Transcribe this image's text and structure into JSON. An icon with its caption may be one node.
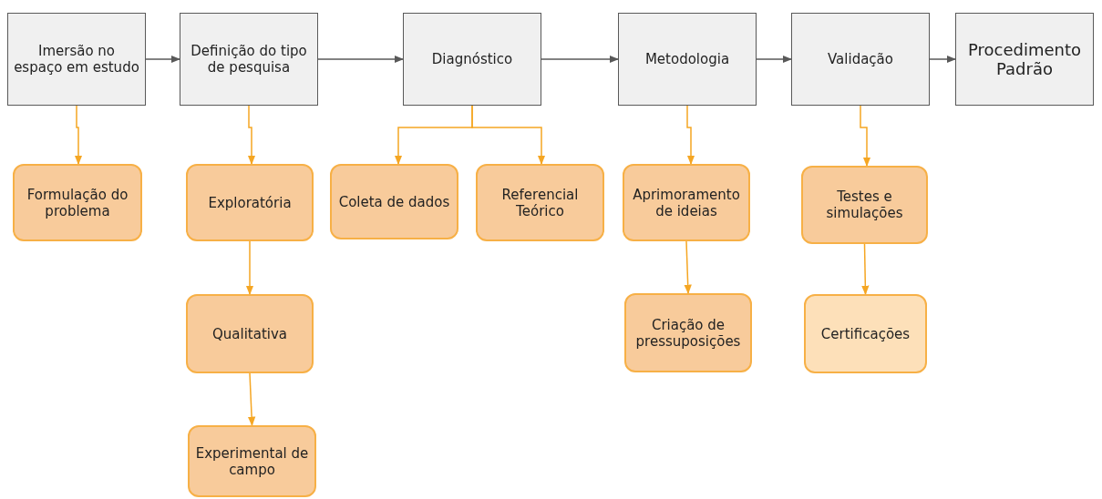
{
  "diagram": {
    "nodes": [
      {
        "text": [
          "Imersão no espaço em estudo"
        ]
      },
      {
        "text": [
          "Definição do tipo de pesquisa"
        ]
      },
      {
        "text": [
          "Diagnóstico"
        ]
      },
      {
        "text": [
          "Metodologia"
        ]
      },
      {
        "text": [
          "Validação"
        ]
      },
      {
        "text": [
          "Procedimento Padrão"
        ]
      },
      {
        "text": [
          "Formulação do problema"
        ]
      },
      {
        "text": [
          "Exploratória"
        ]
      },
      {
        "text": [
          "Qualitativa"
        ]
      },
      {
        "text": [
          "Experimental de campo"
        ]
      },
      {
        "text": [
          "Coleta de dados"
        ]
      },
      {
        "text": [
          "Referencial Teórico"
        ]
      },
      {
        "text": [
          "Aprimoramento de ideias"
        ]
      },
      {
        "text": [
          "Criação de pressuposições"
        ]
      },
      {
        "text": [
          "Testes e simulações"
        ]
      },
      {
        "text": [
          "Certificações"
        ]
      }
    ],
    "edges": [
      {
        "from": 0,
        "to": 1,
        "arrow": "to",
        "color": "#595959"
      },
      {
        "from": 1,
        "to": 2,
        "arrow": "to",
        "color": "#595959"
      },
      {
        "from": 2,
        "to": 3,
        "arrow": "to",
        "color": "#595959"
      },
      {
        "from": 3,
        "to": 4,
        "arrow": "to",
        "color": "#595959"
      },
      {
        "from": 4,
        "to": 5,
        "arrow": "to",
        "color": "#595959"
      },
      {
        "from": 0,
        "to": 6,
        "arrow": "to"
      },
      {
        "from": 1,
        "to": 7,
        "arrow": "to"
      },
      {
        "from": 7,
        "to": 8,
        "arrow": "to"
      },
      {
        "from": 8,
        "to": 9,
        "arrow": "to"
      },
      {
        "from": 2,
        "to": 10,
        "arrow": "to"
      },
      {
        "from": 2,
        "to": 11,
        "arrow": "to"
      },
      {
        "from": 3,
        "to": 12,
        "arrow": "to"
      },
      {
        "from": 12,
        "to": 13,
        "arrow": "to"
      },
      {
        "from": 4,
        "to": 14,
        "arrow": "to"
      },
      {
        "from": 14,
        "to": 15,
        "arrow": "to"
      }
    ]
  }
}
